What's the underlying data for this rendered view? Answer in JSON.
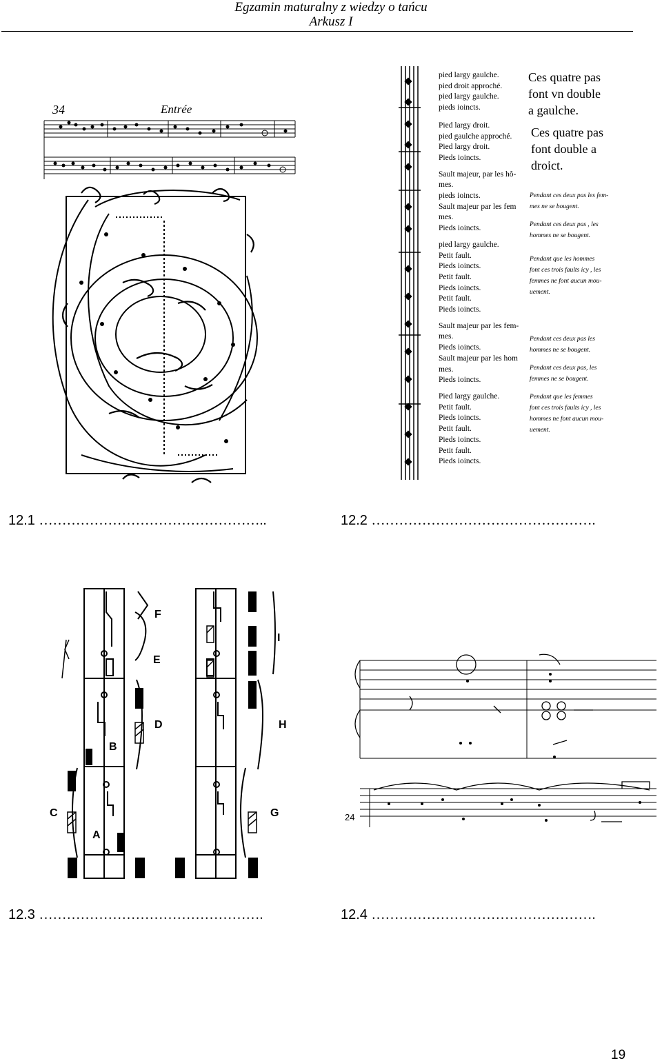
{
  "header": {
    "line1": "Egzamin maturalny z wiedzy o tańcu",
    "line2": "Arkusz I"
  },
  "figures": {
    "fig1": {
      "label": "12.1",
      "dots": "…………………………………………..",
      "score_number": "34",
      "score_title": "Entrée"
    },
    "fig2": {
      "label": "12.2",
      "dots": "………………………………………….",
      "steps": [
        "pied largy gaulche.",
        "pied droit approché.",
        "pied largy gaulche.",
        "pieds ioincts.",
        "Pied largy droit.",
        "pied gaulche approché.",
        "Pied largy droit.",
        "Pieds ioincts.",
        "Sault majeur, par les hô-",
        "mes.",
        "pieds ioincts.",
        "Sault majeur par les fem",
        "mes.",
        "Pieds ioincts.",
        "pied largy gaulche.",
        "Petit fault.",
        "Pieds ioincts.",
        "Petit fault.",
        "Pieds ioincts.",
        "Petit fault.",
        "Pieds ioincts.",
        "Sault majeur par les fem-",
        "mes.",
        "Pieds ioincts.",
        "Sault majeur par les hom",
        "mes.",
        "Pieds ioincts.",
        "Pied largy gaulche.",
        "Petit fault.",
        "Pieds ioincts.",
        "Petit fault.",
        "Pieds ioincts.",
        "Petit fault.",
        "Pieds ioincts."
      ],
      "notes_big": [
        "Ces quatre pas",
        "font vn double",
        "a gaulche.",
        "Ces quatre pas",
        "font double a",
        "droict."
      ],
      "notes_small": [
        "Pendant ces deux pas les fem-",
        "mes ne se bougent.",
        "Pendant ces deux pas , les",
        "hommes ne se bougent.",
        "Pendant que les hommes",
        "font ces trois faults icy , les",
        "femmes ne font aucun mou-",
        "uement.",
        "Pendant ces deux pas les",
        "hommes ne se bougent.",
        "Pendant ces deux pas, les",
        "femmes ne se bougent.",
        "Pendant que les femmes",
        "font ces trois faults icy , les",
        "hommes ne font aucun mou-",
        "uement."
      ]
    },
    "fig3": {
      "label": "12.3",
      "dots": "………………………………………….",
      "letters": [
        "F",
        "E",
        "D",
        "B",
        "C",
        "A",
        "I",
        "H",
        "G"
      ]
    },
    "fig4": {
      "label": "12.4",
      "dots": "………………………………………….",
      "measure_number": "24"
    }
  },
  "page_number": "19"
}
